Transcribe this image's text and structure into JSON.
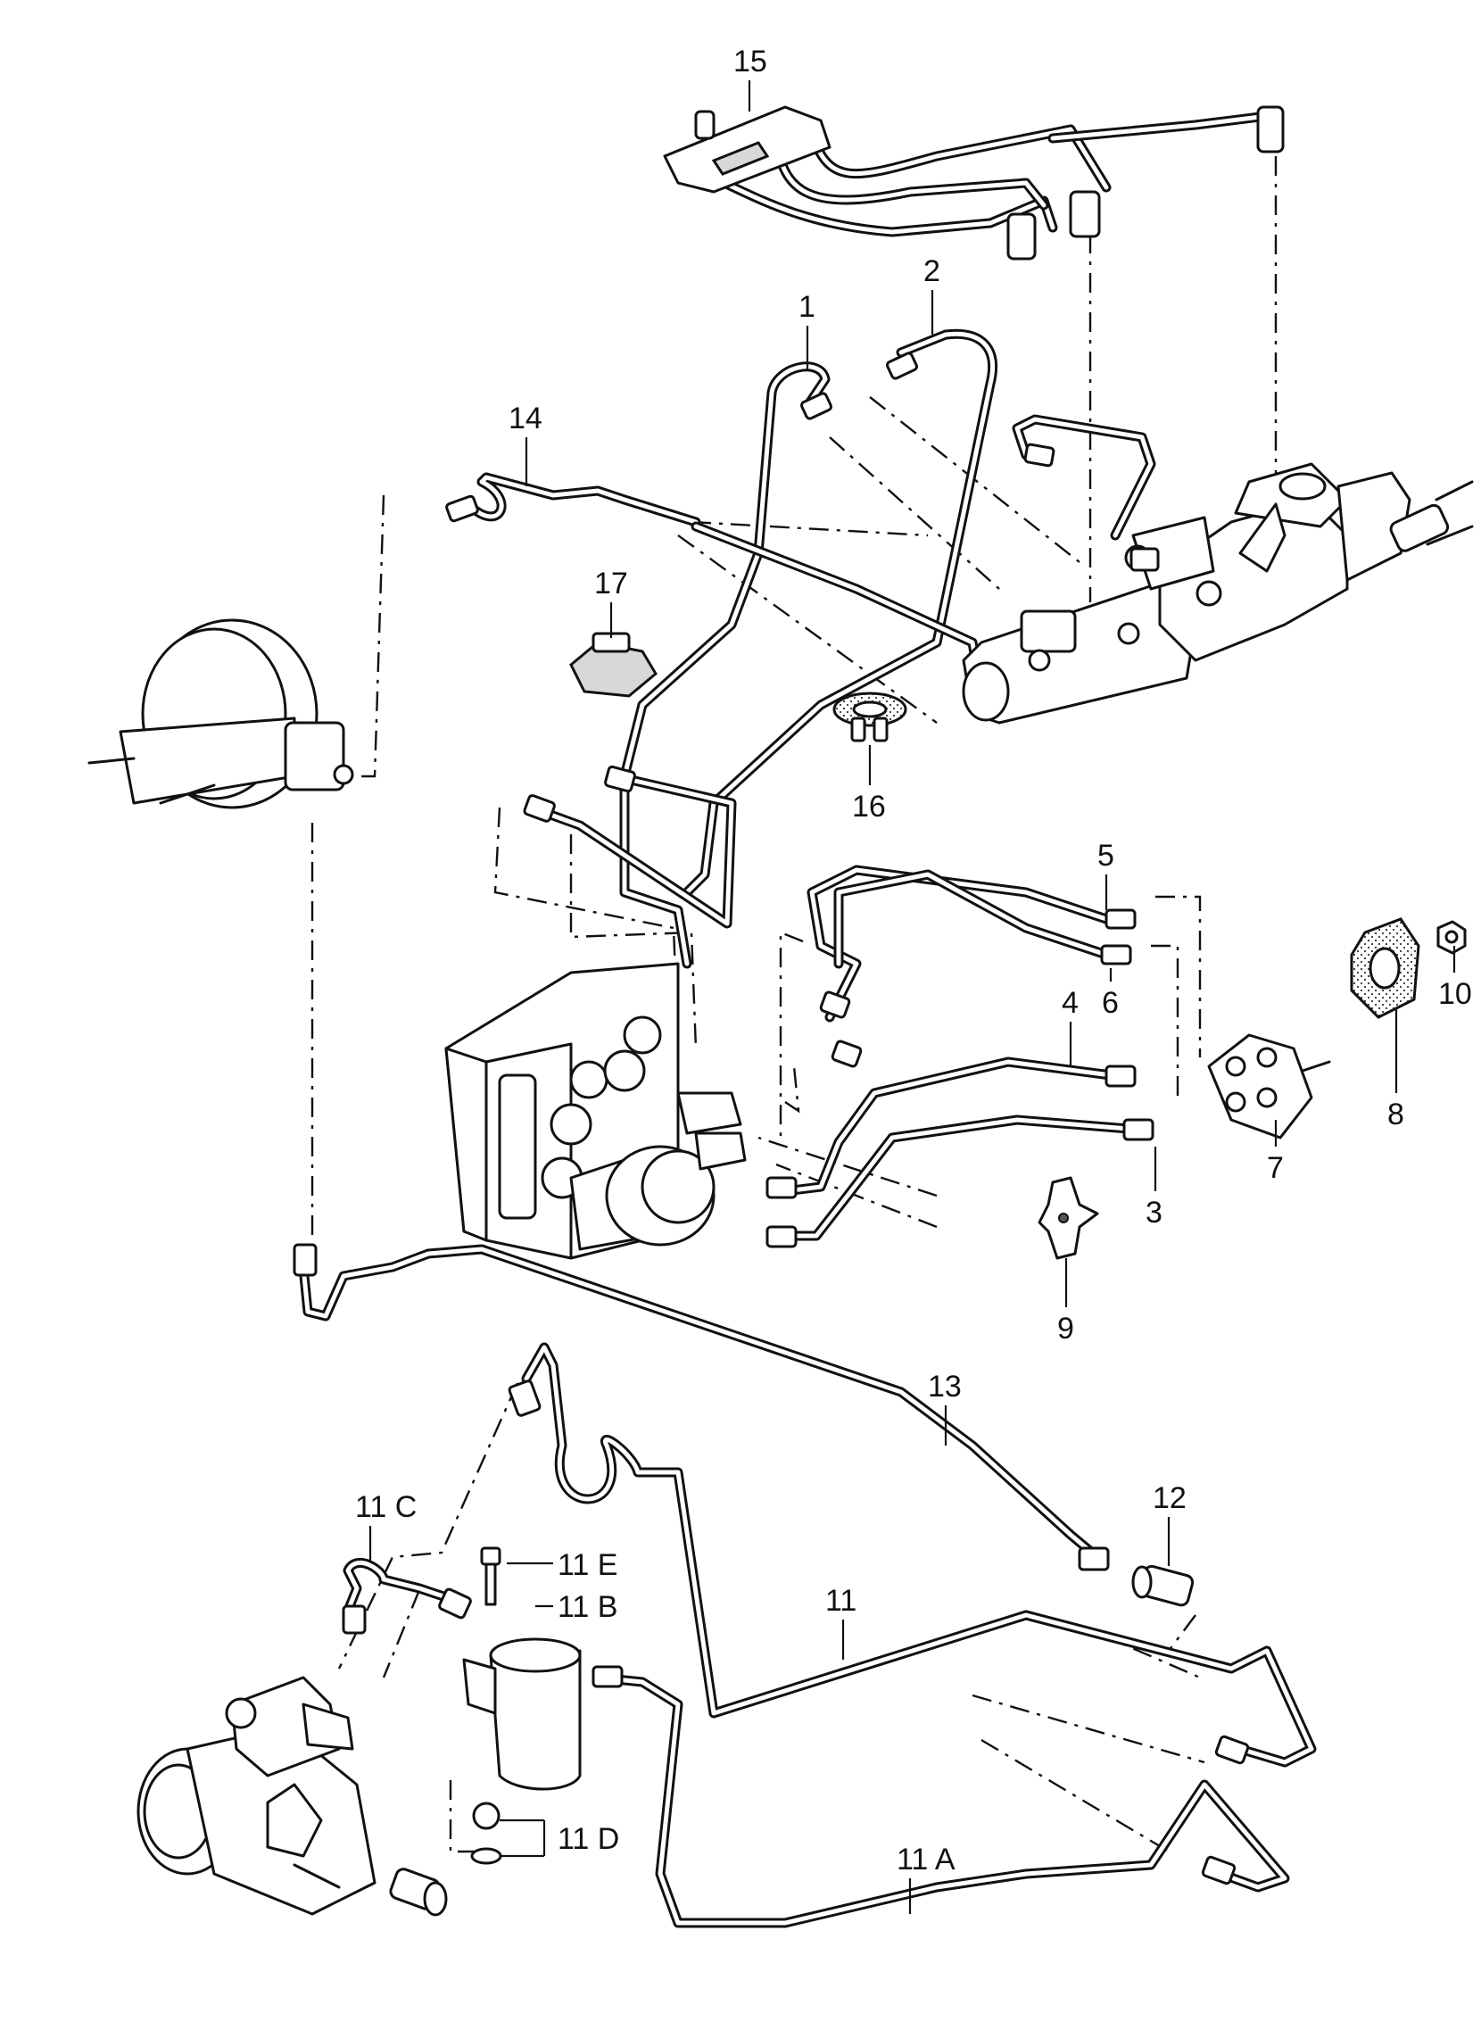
{
  "callouts": {
    "c1": "1",
    "c2": "2",
    "c3": "3",
    "c4": "4",
    "c5": "5",
    "c6": "6",
    "c7": "7",
    "c8": "8",
    "c9": "9",
    "c10": "10",
    "c11": "11",
    "c11a": "11 A",
    "c11b": "11 B",
    "c11c": "11 C",
    "c11d": "11 D",
    "c11e": "11 E",
    "c12": "12",
    "c13": "13",
    "c14": "14",
    "c15": "15",
    "c16": "16",
    "c17": "17"
  }
}
